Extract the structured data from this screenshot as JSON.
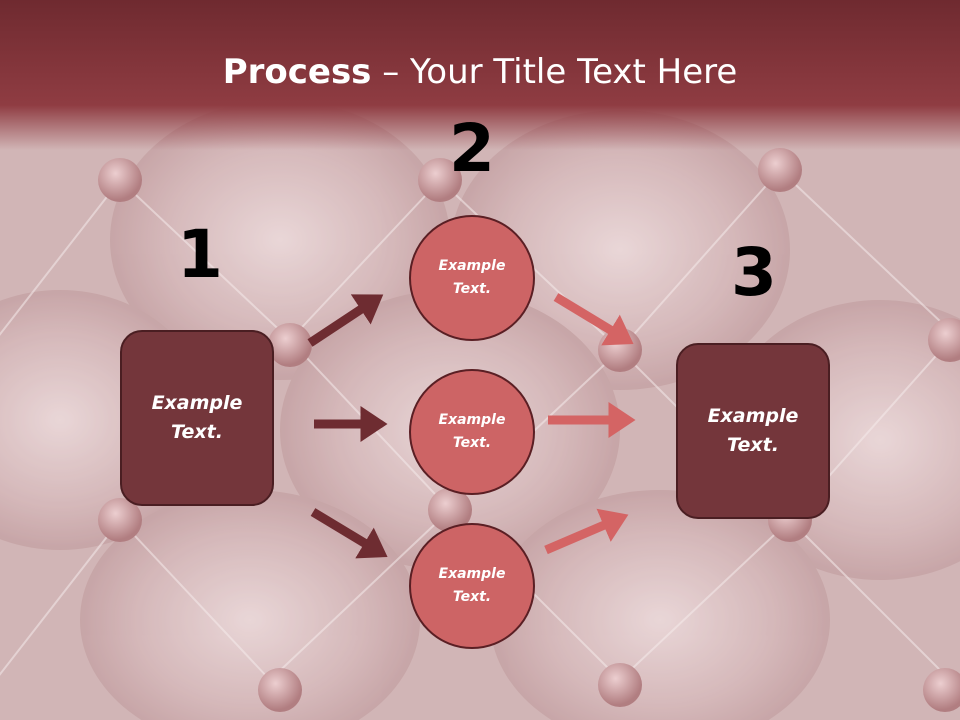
{
  "title": {
    "bold": "Process",
    "rest": " – Your Title Text Here"
  },
  "steps": [
    "1",
    "2",
    "3"
  ],
  "left_box": {
    "text": "Example\nText."
  },
  "right_box": {
    "text": "Example\nText."
  },
  "circles": [
    {
      "text": "Example\nText."
    },
    {
      "text": "Example\nText."
    },
    {
      "text": "Example\nText."
    }
  ],
  "colors": {
    "header": "#8f3c42",
    "box_fill": "#74363b",
    "circle_fill": "#cd6465",
    "arrow_dark": "#6e2c31",
    "arrow_light": "#d46464"
  }
}
